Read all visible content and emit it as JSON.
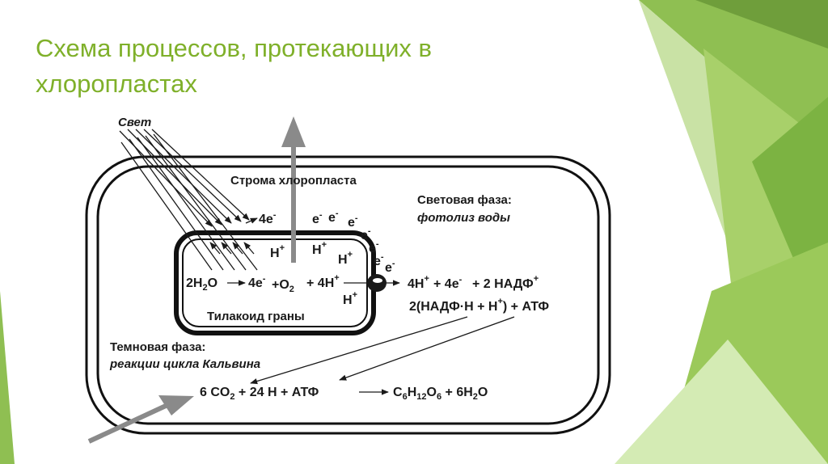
{
  "slide": {
    "title_line1": "Схема процессов, протекающих в",
    "title_line2": "хлоропластах",
    "accent_color": "#7fb02a"
  },
  "diagram": {
    "light_label": "Свет",
    "stroma_label": "Строма хлоропласта",
    "light_phase_title": "Световая фаза:",
    "light_phase_subtitle": "фотолиз воды",
    "thylakoid_label": "Тилакоид граны",
    "dark_phase_title": "Темновая фаза:",
    "dark_phase_subtitle": "реакции цикла Кальвина",
    "electron_4e": "4e",
    "electron": "e",
    "minus": "-",
    "plus": "+",
    "proton": "H",
    "eq1": {
      "water": "2H",
      "water_sub": "2",
      "water_o": "O",
      "four_e": "4e",
      "plus_o": "+O",
      "o_sub": "2",
      "four_h": "+ 4H"
    },
    "eq2": {
      "left": "4H",
      "mid": "+ 4e",
      "right": "+ 2 НАДФ"
    },
    "eq3": {
      "two": "2",
      "nadf_h": "(НАДФ",
      "dot_h": "·Н + Н",
      "close_atf": ") + АТФ"
    },
    "eq4": {
      "co2": "6 CO",
      "co2_sub": "2",
      "rest": "+ 24 H  + АТФ",
      "c": "C",
      "c_sub": "6",
      "h": "H",
      "h_sub": "12",
      "o": "O",
      "o_sub": "6",
      "water": "+ 6H",
      "water_sub": "2",
      "water_o": "O"
    }
  }
}
